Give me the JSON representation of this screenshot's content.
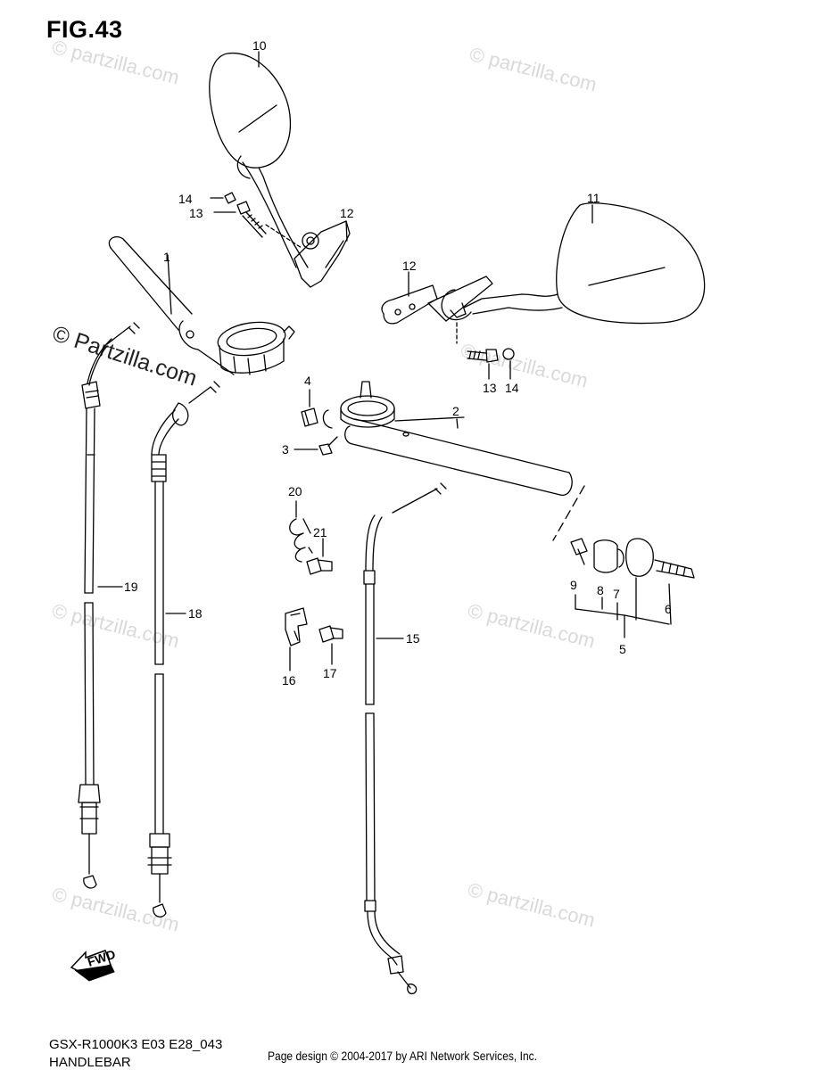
{
  "figure": {
    "title": "FIG.43",
    "model_code": "GSX-R1000K3 E03 E28_043",
    "section_name": "HANDLEBAR",
    "copyright": "Page design © 2004-2017 by ARI Network Services, Inc."
  },
  "watermark": {
    "text": "© Partzilla.com",
    "faint_text": "© partzilla.com"
  },
  "direction_marker": {
    "label": "FWD",
    "icon": "forward-arrow-icon"
  },
  "callouts": [
    "1",
    "2",
    "3",
    "4",
    "5",
    "6",
    "7",
    "8",
    "9",
    "10",
    "11",
    "12",
    "12",
    "13",
    "13",
    "14",
    "14",
    "15",
    "16",
    "17",
    "18",
    "19",
    "20",
    "21"
  ]
}
